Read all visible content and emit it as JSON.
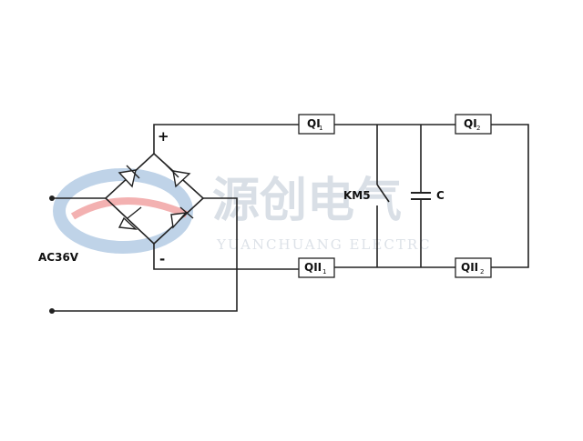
{
  "watermark": {
    "cn": "源创电气",
    "en": "YUANCHUANG ELECTRC",
    "logo_color_blue": "#b9cfe6",
    "logo_color_red": "#f2a9a9"
  },
  "labels": {
    "plus": "+",
    "minus": "-",
    "ac": "AC36V",
    "km": "KM5",
    "cap": "C"
  },
  "boxes": {
    "q1_1": {
      "main": "QI",
      "sub": "1"
    },
    "q1_2": {
      "main": "QI",
      "sub": "2"
    },
    "q2_1": {
      "main": "QII",
      "sub": "1"
    },
    "q2_2": {
      "main": "QII",
      "sub": "2"
    }
  }
}
